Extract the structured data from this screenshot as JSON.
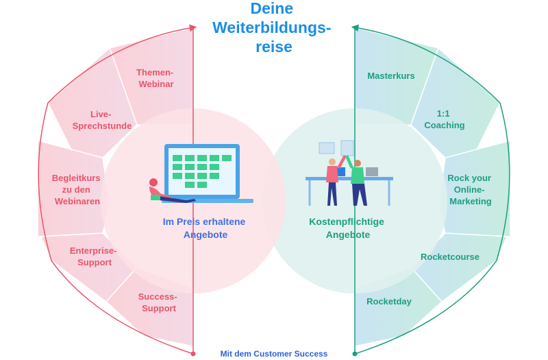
{
  "title": {
    "line1": "Deine",
    "line2": "Weiterbildungs-",
    "line3": "reise"
  },
  "left_segments": [
    {
      "line1": "Themen-",
      "line2": "Webinar"
    },
    {
      "line1": "Live-",
      "line2": "Sprechstunde"
    },
    {
      "line1": "Begleitkurs",
      "line2": "zu den",
      "line3": "Webinaren"
    },
    {
      "line1": "Enterprise-",
      "line2": "Support"
    },
    {
      "line1": "Success-",
      "line2": "Support"
    }
  ],
  "right_segments": [
    {
      "line1": "Masterkurs"
    },
    {
      "line1": "1:1",
      "line2": "Coaching"
    },
    {
      "line1": "Rock your",
      "line2": "Online-",
      "line3": "Marketing"
    },
    {
      "line1": "Rocketcourse"
    },
    {
      "line1": "Rocketday"
    }
  ],
  "left_center": {
    "line1": "Im Preis erhaltene",
    "line2": "Angebote"
  },
  "right_center": {
    "line1": "Kostenpflichtige",
    "line2": "Angebote"
  },
  "footer": "Mit dem Customer Success",
  "colors": {
    "title": "#1a8ee6",
    "left_accent": "#e8546b",
    "right_accent": "#1b9e80",
    "left_center_text": "#3f6fe0",
    "footer": "#2b62d9"
  }
}
